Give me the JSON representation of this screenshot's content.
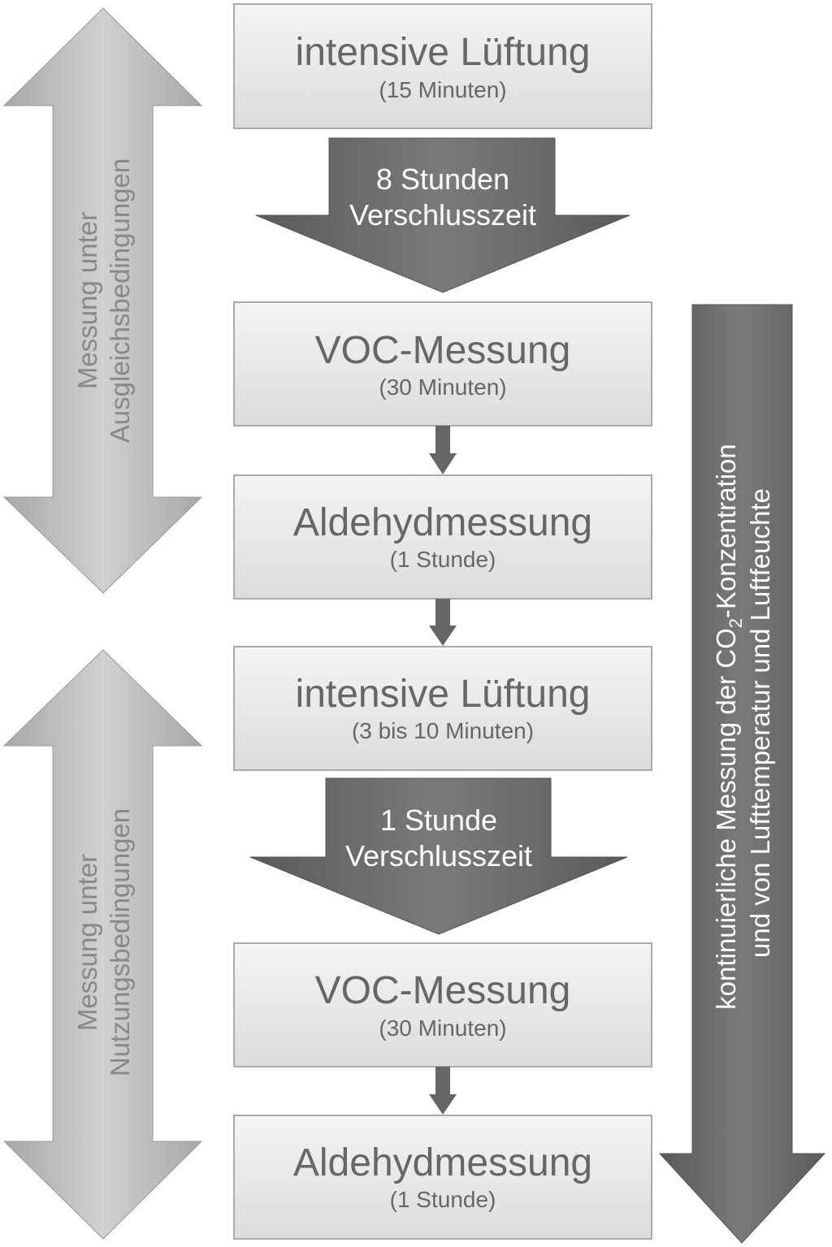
{
  "steps": [
    {
      "title": "intensive Lüftung",
      "sub": "(15 Minuten)"
    },
    {
      "title": "VOC-Messung",
      "sub": "(30 Minuten)"
    },
    {
      "title": "Aldehydmessung",
      "sub": "(1 Stunde)"
    },
    {
      "title": "intensive Lüftung",
      "sub": "(3 bis 10 Minuten)"
    },
    {
      "title": "VOC-Messung",
      "sub": "(30 Minuten)"
    },
    {
      "title": "Aldehydmessung",
      "sub": "(1 Stunde)"
    }
  ],
  "waits": [
    {
      "line1": "8 Stunden",
      "line2": "Verschlusszeit"
    },
    {
      "line1": "1 Stunde",
      "line2": "Verschlusszeit"
    }
  ],
  "phases": [
    {
      "line1": "Messung unter",
      "line2": "Ausgleichsbedingungen"
    },
    {
      "line1": "Messung unter",
      "line2": "Nutzungsbedingungen"
    }
  ],
  "continuous": {
    "line1_a": "kontinuierliche Messung der CO",
    "line1_sub": "2",
    "line1_b": "-Konzentration",
    "line2": "und von Lufttemperatur und Luftfeuchte"
  }
}
